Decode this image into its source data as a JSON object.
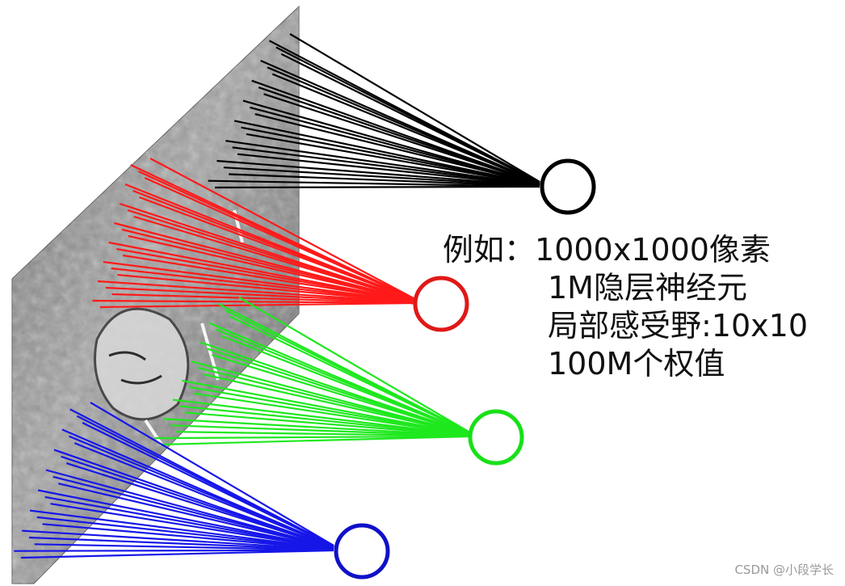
{
  "annotation": {
    "label": "例如：",
    "lines": [
      "1000x1000像素",
      "1M隐层神经元",
      "局部感受野:10x10",
      "100M个权值"
    ]
  },
  "watermark": "CSDN @小段学长",
  "colors": {
    "background": "#ffffff",
    "text": "#111111",
    "black_group": "#000000",
    "red_group": "#ff1a1a",
    "green_group": "#1ee81e",
    "blue_group": "#1616e8",
    "image_plane": "#8a8a8a"
  },
  "neurons": [
    {
      "name": "neuron-black",
      "color": "#000000"
    },
    {
      "name": "neuron-red",
      "color": "#e01818"
    },
    {
      "name": "neuron-green",
      "color": "#18e018"
    },
    {
      "name": "neuron-blue",
      "color": "#1010c8"
    }
  ]
}
